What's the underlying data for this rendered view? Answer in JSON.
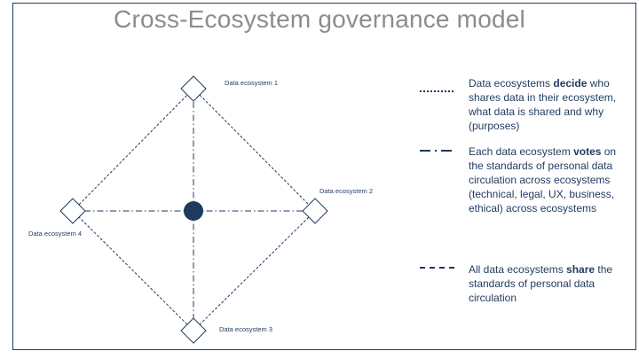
{
  "title": "Cross-Ecosystem governance model",
  "nodes": [
    {
      "label": "Data ecosystem 1"
    },
    {
      "label": "Data ecosystem 2"
    },
    {
      "label": "Data ecosystem 3"
    },
    {
      "label": "Data ecosystem 4"
    }
  ],
  "legend": [
    {
      "line_style": "dotted",
      "pre": "Data ecosystems ",
      "bold": "decide",
      "post": " who shares data in their ecosystem, what data is shared and why (purposes)"
    },
    {
      "line_style": "dash-dot",
      "pre": "Each data ecosystem ",
      "bold": "votes",
      "post": " on the standards of personal data circulation across ecosystems (technical, legal, UX, business, ethical) across ecosystems"
    },
    {
      "line_style": "dashed",
      "pre": "All data ecosystems ",
      "bold": "share",
      "post": " the standards of personal data circulation"
    }
  ],
  "colors": {
    "primary": "#1f3a5f",
    "title": "#8c8c8c"
  }
}
